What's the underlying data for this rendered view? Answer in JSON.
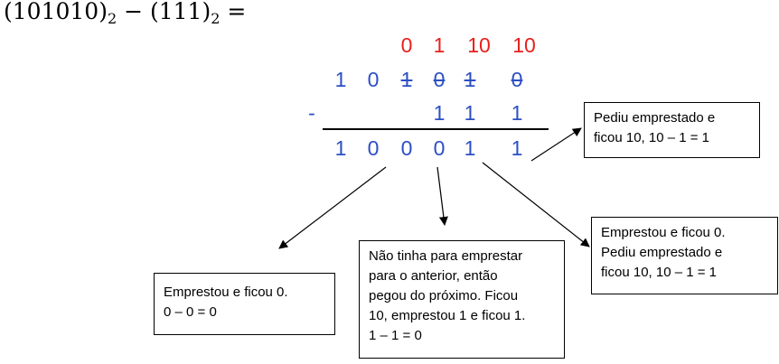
{
  "equation": {
    "left_number": "(101010)",
    "left_base": "2",
    "operator": " − ",
    "right_number": "(111)",
    "right_base": "2",
    "equals": " ="
  },
  "subtraction": {
    "borrow_row": [
      "0",
      "1",
      "10",
      "10"
    ],
    "minuend": [
      "1",
      "0",
      "1",
      "0",
      "1",
      "0"
    ],
    "minus_sign": "-",
    "subtrahend": [
      "1",
      "1",
      "1"
    ],
    "result": [
      "1",
      "0",
      "0",
      "0",
      "1",
      "1"
    ]
  },
  "notes": {
    "box_right_top": [
      "Pediu emprestado e",
      "ficou 10, 10 – 1 = 1"
    ],
    "box_right_bottom": [
      "Emprestou e ficou 0.",
      "Pediu emprestado e",
      "ficou 10,  10 – 1 = 1"
    ],
    "box_left": [
      "Emprestou e ficou 0.",
      "0 – 0 = 0"
    ],
    "box_middle": [
      "Não tinha para emprestar",
      "para o anterior, então",
      "pegou do próximo. Ficou",
      "10, emprestou 1 e ficou 1.",
      "1 – 1 = 0"
    ]
  },
  "colors": {
    "borrow": "#e8201c",
    "digits": "#2c4fc4",
    "text": "#000000"
  }
}
